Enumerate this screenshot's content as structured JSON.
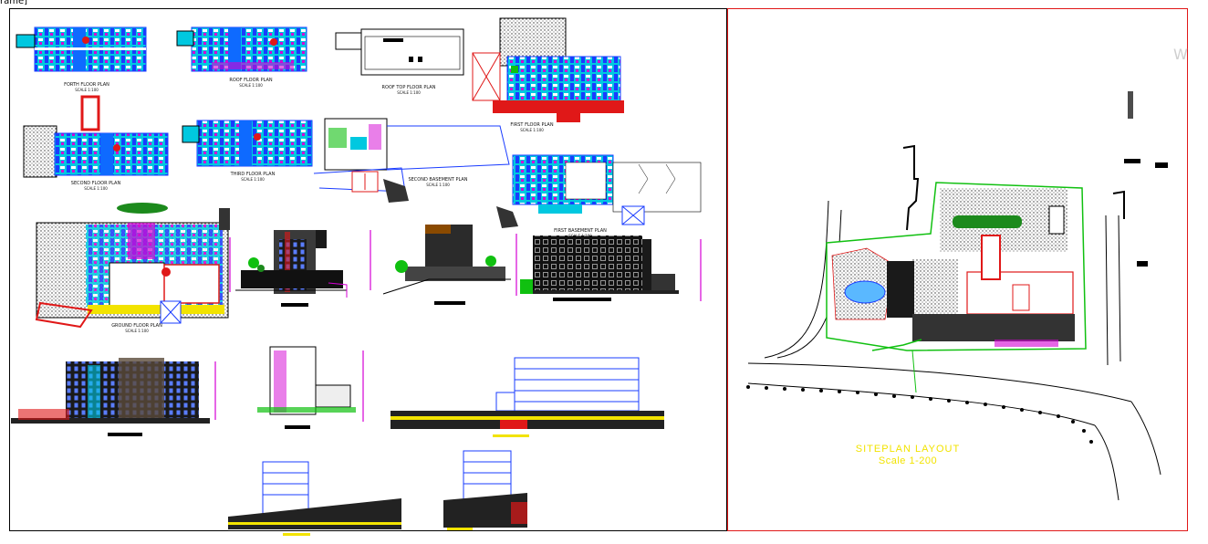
{
  "window": {
    "frame_tag": "rame]",
    "watermark": "W"
  },
  "plans": {
    "forth_floor": {
      "title": "FORTH FLOOR PLAN",
      "scale": "SCALE 1:100"
    },
    "roof_floor": {
      "title": "ROOF FLOOR PLAN",
      "scale": "SCALE 1:100"
    },
    "roof_top_floor": {
      "title": "ROOF TOP FLOOR PLAN",
      "scale": "SCALE 1:100"
    },
    "first_floor": {
      "title": "FIRST FLOOR PLAN",
      "scale": "SCALE 1:100"
    },
    "second_floor": {
      "title": "SECOND FLOOR PLAN",
      "scale": "SCALE 1:100"
    },
    "third_floor": {
      "title": "THIRD FLOOR PLAN",
      "scale": "SCALE 1:100"
    },
    "second_basement": {
      "title": "SECOND BASEMENT PLAN",
      "scale": "SCALE 1:100"
    },
    "first_basement": {
      "title": "FIRST BASEMENT PLAN",
      "scale": "SCALE 1:100"
    },
    "ground_floor": {
      "title": "GROUND FLOOR PLAN",
      "scale": "SCALE 1:100"
    }
  },
  "site_plan": {
    "title": "SITEPLAN   LAYOUT",
    "scale": "Scale  1-200"
  },
  "colors": {
    "cyan": "#00c8e0",
    "blue": "#1a3cff",
    "red": "#e01818",
    "magenta": "#d400d4",
    "green": "#10c010",
    "yellow": "#f2e300",
    "dark": "#1a1a1a",
    "sheet_border": "#e01818"
  }
}
